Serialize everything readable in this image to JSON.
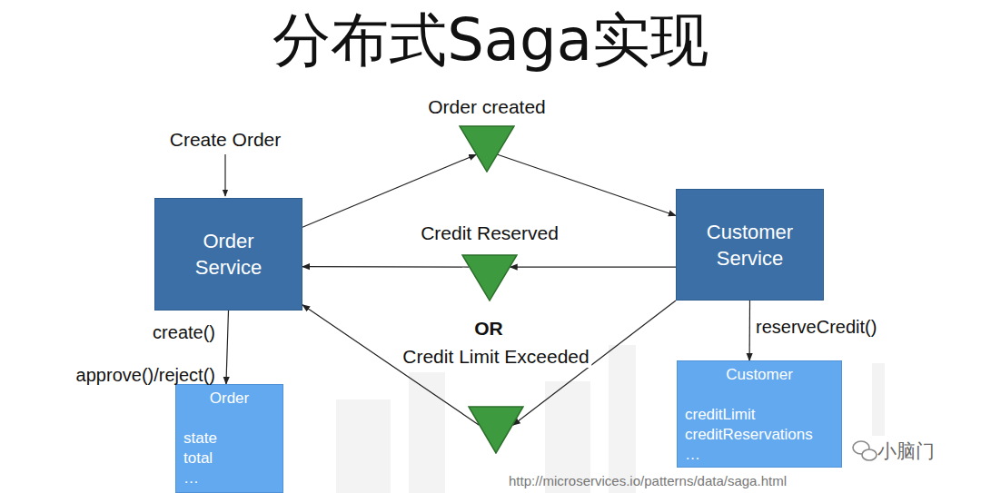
{
  "diagram": {
    "title": "分布式Saga实现",
    "nodes": [
      {
        "text": [
          "Order Service"
        ]
      },
      {
        "text": [
          "Order created"
        ]
      },
      {
        "text": [
          "Customer Service"
        ]
      },
      {
        "text": [
          "Credit Reserved"
        ]
      },
      {
        "text": [
          "Credit Limit Exceeded"
        ]
      },
      {
        "text": [
          "Order",
          "state total …"
        ]
      },
      {
        "text": [
          "Customer",
          "creditLimit creditReservations …"
        ]
      }
    ],
    "edges": [
      {
        "from": 0,
        "to": 1,
        "arrow": "to"
      },
      {
        "from": 1,
        "to": 2,
        "arrow": "to"
      },
      {
        "from": 2,
        "to": 3,
        "arrow": "to"
      },
      {
        "from": 3,
        "to": 0,
        "arrow": "to"
      },
      {
        "from": 2,
        "to": 4,
        "arrow": "to"
      },
      {
        "from": 4,
        "to": 0,
        "arrow": "to"
      },
      {
        "from": 0,
        "to": 5,
        "label": "create() approve()/reject()",
        "arrow": "to"
      },
      {
        "from": 2,
        "to": 6,
        "label": "reserveCredit()",
        "arrow": "to"
      }
    ],
    "labels": [
      "Create Order",
      "OR",
      "小脑门",
      "http://microservices.io/patterns/data/saga.html"
    ]
  }
}
